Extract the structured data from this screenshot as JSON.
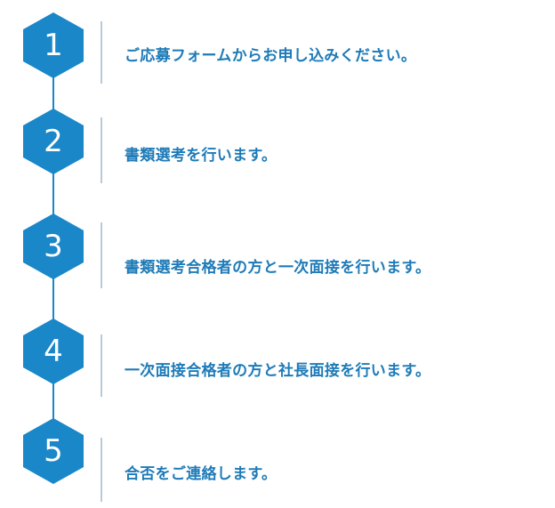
{
  "colors": {
    "hexagon_fill": "#1a87c9",
    "connector": "#1a87c9",
    "text": "#1e7bb8",
    "divider": "#b8cad6"
  },
  "steps": [
    {
      "number": "1",
      "text": "ご応募フォームからお申し込みください。"
    },
    {
      "number": "2",
      "text": "書類選考を行います。"
    },
    {
      "number": "3",
      "text": "書類選考合格者の方と一次面接を行います。"
    },
    {
      "number": "4",
      "text": "一次面接合格者の方と社長面接を行います。"
    },
    {
      "number": "5",
      "text": "合否をご連絡します。"
    }
  ]
}
